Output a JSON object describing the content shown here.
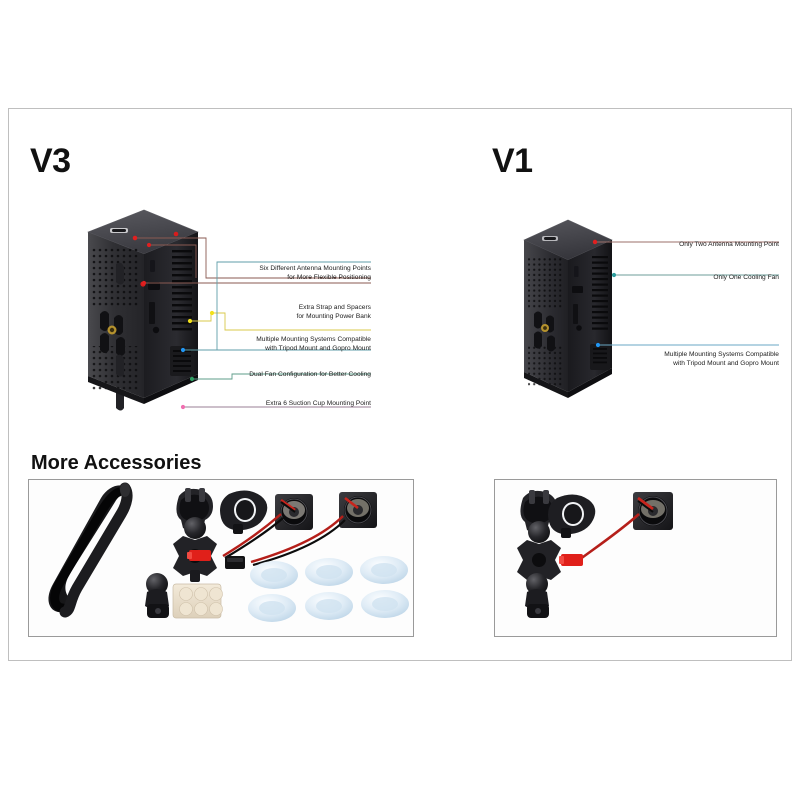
{
  "page": {
    "background_color": "#ffffff",
    "frame_border_color": "#bfbfbf"
  },
  "products": [
    {
      "id": "v3",
      "title": "V3",
      "callouts": [
        {
          "id": "antenna-mounting-points",
          "lines": [
            "Six Different Antenna Mounting Points",
            "for More Flexible Positioning"
          ],
          "color": "#8a5a52",
          "dot_color": "#e02020"
        },
        {
          "id": "strap-and-spacers",
          "lines": [
            "Extra Strap and Spacers",
            "for Mounting Power Bank"
          ],
          "color": "#d8c84a",
          "dot_color": "#f2e11a"
        },
        {
          "id": "mounting-systems",
          "lines": [
            "Multiple Mounting Systems Compatible",
            "with Tripod Mount and Gopro Mount"
          ],
          "color": "#5f9ea8",
          "dot_color": "#2196f3"
        },
        {
          "id": "dual-fan-cooling",
          "lines": [
            "Dual Fan Configuration for Better Cooling"
          ],
          "color": "#5e9c8a",
          "dot_color": "#2e9e62"
        },
        {
          "id": "suction-cup-mounting",
          "lines": [
            "Extra 6 Suction Cup Mounting Point"
          ],
          "color": "#9a7f96",
          "dot_color": "#f06fb0"
        }
      ]
    },
    {
      "id": "v1",
      "title": "V1",
      "callouts": [
        {
          "id": "antenna-mounting-point",
          "lines": [
            "Only Two Antenna Mounting Point"
          ],
          "color": "#9b6f6a",
          "dot_color": "#e02020"
        },
        {
          "id": "cooling-fan",
          "lines": [
            "Only One Cooling Fan"
          ],
          "color": "#6e9e9a",
          "dot_color": "#2e9e9e"
        },
        {
          "id": "mounting-systems",
          "lines": [
            "Multiple Mounting Systems Compatible",
            "with Tripod Mount and Gopro Mount"
          ],
          "color": "#6aa7c4",
          "dot_color": "#2196f3"
        }
      ]
    }
  ],
  "accessories_section": {
    "heading": "More Accessories",
    "v3_panel": {
      "items": [
        "velcro-strap",
        "clamp-mount-head",
        "ring-clamp",
        "ball-joint-arm",
        "gopro-adapter-base",
        "jst-connector-cable",
        "cooling-fan-a",
        "cooling-fan-b",
        "rubber-spacer-pad",
        "suction-cup-1",
        "suction-cup-2",
        "suction-cup-3",
        "suction-cup-4",
        "suction-cup-5",
        "suction-cup-6"
      ]
    },
    "v1_panel": {
      "items": [
        "clamp-mount-head",
        "ring-clamp",
        "ball-joint-arm",
        "gopro-adapter-base",
        "jst-connector-cable",
        "cooling-fan-a"
      ]
    }
  }
}
